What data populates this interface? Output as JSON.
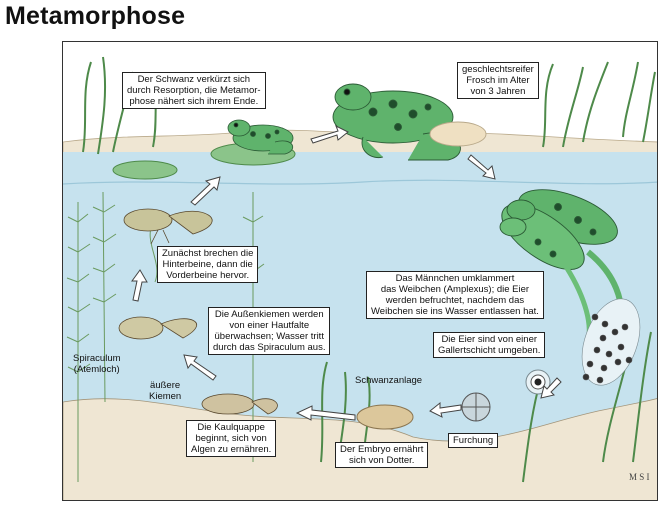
{
  "title": "Metamorphose",
  "labels": {
    "tail_resorption": "Der Schwanz verkürzt sich\ndurch Resorption, die Metamor-\nphose nähert sich ihrem Ende.",
    "adult_frog": "geschlechtsreifer\nFrosch im Alter\nvon 3 Jahren",
    "hind_legs": "Zunächst brechen die\nHinterbeine, dann die\nVorderbeine hervor.",
    "amplexus": "Das Männchen umklammert\ndas Weibchen (Amplexus); die Eier\nwerden befruchtet, nachdem das\nWeibchen sie ins Wasser entlassen hat.",
    "gills_covered": "Die Außenkiemen werden\nvon einer Hautfalte\nüberwachsen; Wasser tritt\ndurch das Spiraculum aus.",
    "eggs_jelly": "Die Eier sind von einer\nGallertschicht umgeben.",
    "spiraculum": "Spiraculum\n(Atemloch)",
    "external_gills": "äußere\nKiemen",
    "tail_bud": "Schwanzanlage",
    "tadpole_algae": "Die Kaulquappe\nbeginnt, sich von\nAlgen zu ernähren.",
    "embryo_yolk": "Der Embryo ernährt\nsich von Dotter.",
    "cleavage": "Furchung"
  },
  "signature": "M S I",
  "colors": {
    "water": "#c6e2ee",
    "bank": "#efe6d3",
    "ground": "#efe6d3",
    "frog_green": "#5fb36c",
    "frog_spot": "#1f4d2c",
    "lily_pad": "#8bc48a",
    "plant": "#4e8a4a"
  }
}
